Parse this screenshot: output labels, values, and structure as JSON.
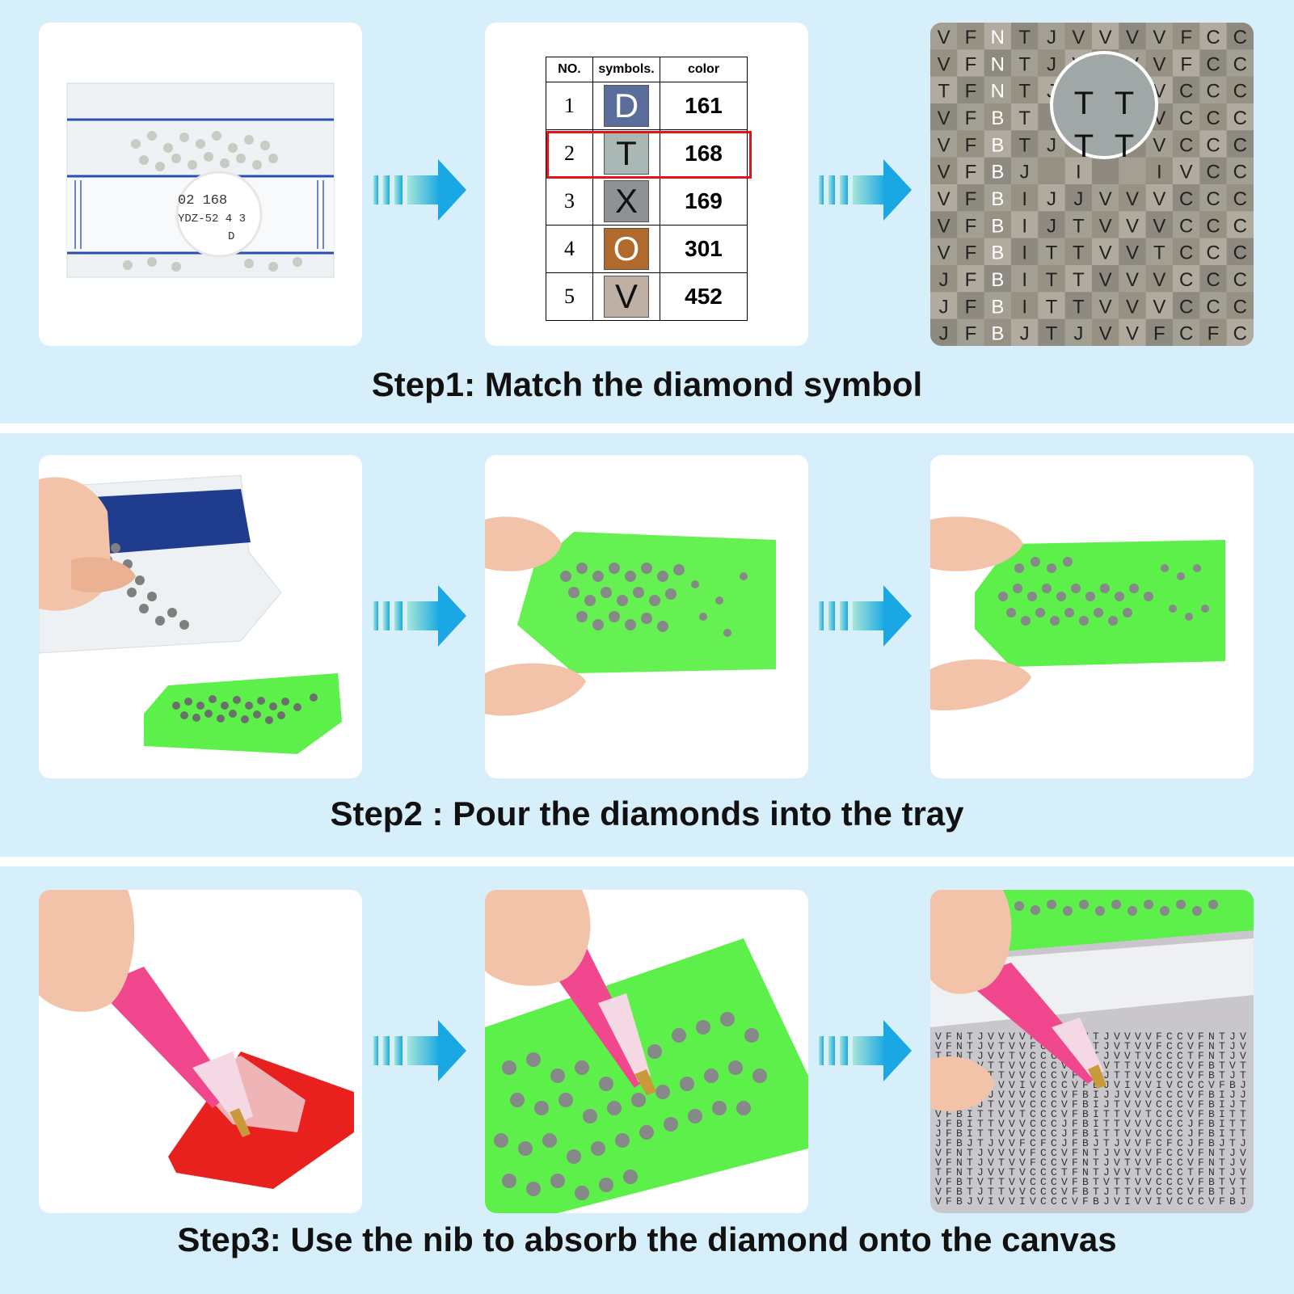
{
  "steps": [
    {
      "caption": "Step1: Match the diamond symbol"
    },
    {
      "caption": "Step2 : Pour the diamonds into the tray"
    },
    {
      "caption": "Step3: Use the nib to absorb the diamond onto the canvas"
    }
  ],
  "bag_label": {
    "line1": "02   168",
    "line2": "YDZ-52 4  3",
    "line3": "D"
  },
  "symbol_table": {
    "headers": [
      "NO.",
      "symbols.",
      "color"
    ],
    "rows": [
      {
        "no": "1",
        "symbol": "D",
        "color_code": "161",
        "swatch": "#5b6d9a"
      },
      {
        "no": "2",
        "symbol": "T",
        "color_code": "168",
        "swatch": "#a9b8b5"
      },
      {
        "no": "3",
        "symbol": "X",
        "color_code": "169",
        "swatch": "#8e9294"
      },
      {
        "no": "4",
        "symbol": "O",
        "color_code": "301",
        "swatch": "#b06a2c"
      },
      {
        "no": "5",
        "symbol": "V",
        "color_code": "452",
        "swatch": "#bfb0a5"
      }
    ],
    "highlight_color": "#e1141b"
  },
  "canvas_grid": {
    "rows": [
      "VFNTJVVVVFCC",
      "VFNTJVTVVFCC",
      "TFNTJ  TVCCC",
      "VFBT TT VCCC",
      "VFBTJTT VCCC",
      "VFBJ I  IVCCC",
      "VFBIJJVVVCCC",
      "VFBIJTVVVCCC",
      "VFBITTVVTCCC",
      "JFBITTVVVCCC",
      "JFBITTVVVCCC",
      "JFBJTJVVFCFC"
    ],
    "magnified": [
      "T",
      "T",
      "T",
      "T"
    ]
  },
  "colors": {
    "background": "#d4eefb",
    "tray": "#5ef04a",
    "arrow_start": "#a8e6d8",
    "arrow_end": "#1aa8e4",
    "nib_pen": "#f0478f",
    "wax": "#e8201e"
  }
}
